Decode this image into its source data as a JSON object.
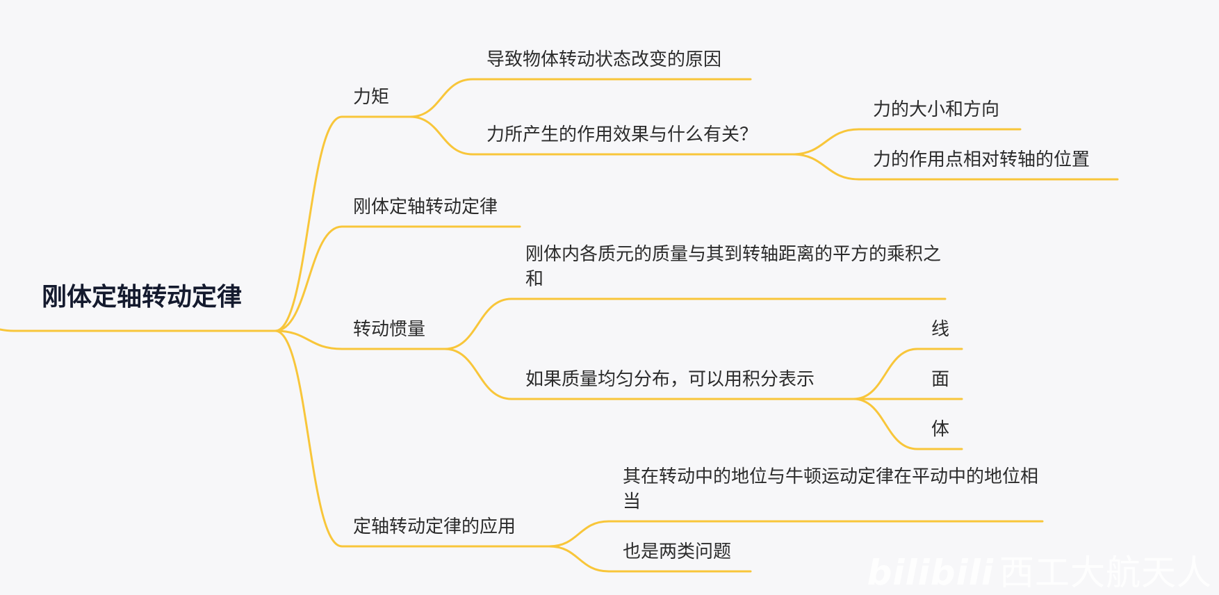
{
  "root": {
    "label": "刚体定轴转动定律"
  },
  "branches": {
    "torque": {
      "label": "力矩",
      "cause": "导致物体转动状态改变的原因",
      "effect": {
        "label": "力所产生的作用效果与什么有关？",
        "magnitude": "力的大小和方向",
        "position": "力的作用点相对转轴的位置"
      }
    },
    "law": {
      "label": "刚体定轴转动定律"
    },
    "inertia": {
      "label": "转动惯量",
      "definition": "刚体内各质元的质量与其到转轴距离的平方的乘积之和",
      "integral": {
        "label": "如果质量均匀分布，可以用积分表示",
        "line": "线",
        "surface": "面",
        "volume": "体"
      }
    },
    "application": {
      "label": "定轴转动定律的应用",
      "status": "其在转动中的地位与牛顿运动定律在平动中的地位相当",
      "problems": "也是两类问题"
    }
  },
  "watermark": {
    "logo": "bilibili",
    "text": "西工大航天人"
  },
  "colors": {
    "connector": "#f8c63a",
    "text": "#2b2b2b",
    "root_text": "#141a2e",
    "background": "#f7f7f9"
  }
}
